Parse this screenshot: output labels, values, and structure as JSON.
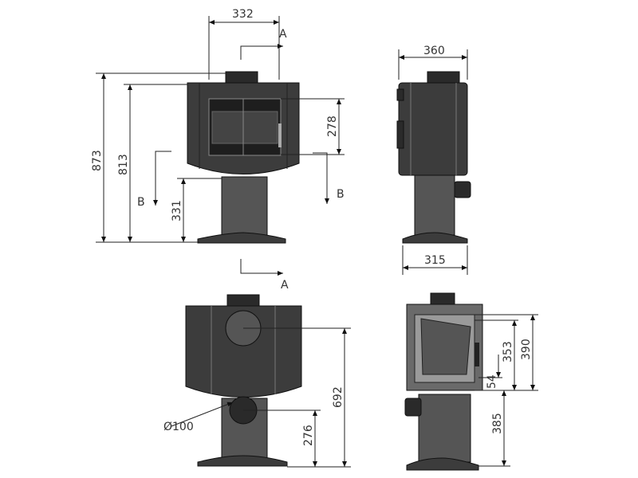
{
  "drawing": {
    "front_view": {
      "width_top": "332",
      "height_total": "873",
      "height_body": "813",
      "height_pedestal": "331",
      "window_height": "278",
      "section_a": "A",
      "section_b": "B"
    },
    "side_view": {
      "depth_top": "360",
      "depth_base": "315"
    },
    "rear_view": {
      "height_flue_center": "692",
      "height_air_inlet": "276",
      "air_inlet_diameter": "Ø100"
    },
    "section_view": {
      "dim_390": "390",
      "dim_353": "353",
      "dim_54": "54",
      "dim_385": "385"
    }
  }
}
